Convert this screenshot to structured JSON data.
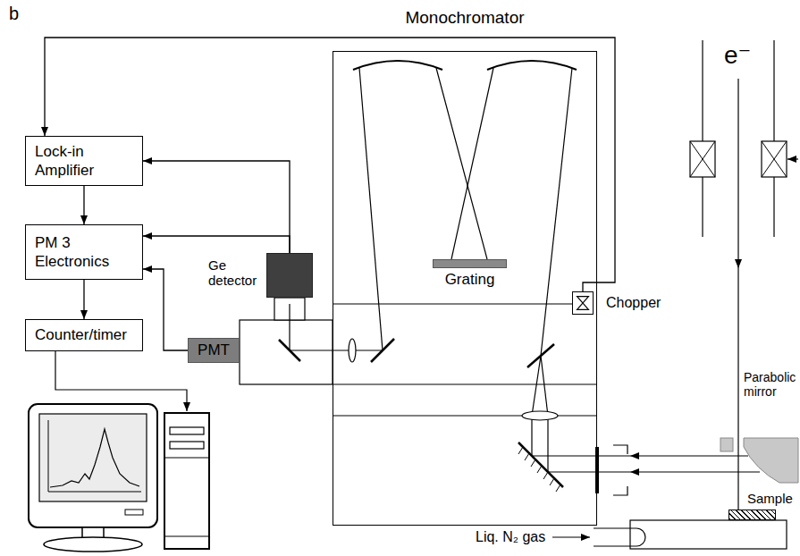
{
  "diagram": {
    "nodes": [
      {
        "text": [
          "Monochromator"
        ]
      },
      {
        "text": [
          "Grating"
        ],
        "in": 0
      },
      {
        "text": [
          "Chopper"
        ],
        "in": 0
      },
      {
        "text": [
          "Lock-in Amplifier"
        ]
      },
      {
        "text": [
          "PM 3 Electronics"
        ]
      },
      {
        "text": [
          "Counter/timer"
        ]
      },
      {
        "text": [
          "Ge detector"
        ]
      },
      {
        "text": [
          "PMT"
        ]
      },
      {
        "text": [
          "Sample"
        ]
      }
    ],
    "edges": [
      {
        "from": 2,
        "to": 3,
        "arrow": "to"
      },
      {
        "from": 6,
        "to": 3,
        "arrow": "to"
      },
      {
        "from": 6,
        "to": 4,
        "arrow": "to"
      },
      {
        "from": 3,
        "to": 4,
        "arrow": "to"
      },
      {
        "from": 7,
        "to": 4,
        "arrow": "to"
      },
      {
        "from": 4,
        "to": 5,
        "arrow": "to"
      }
    ],
    "labels": [
      "b",
      "e⁻",
      "Parabolic mirror",
      "Liq. N₂ gas"
    ]
  }
}
